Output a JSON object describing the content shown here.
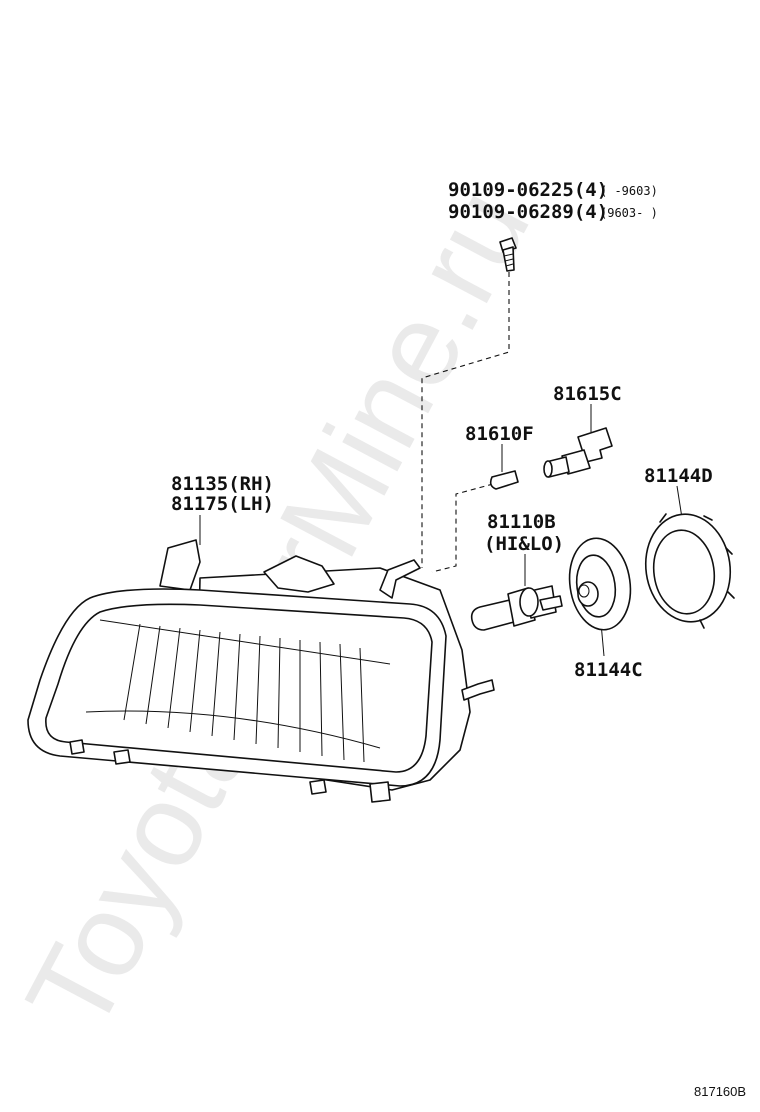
{
  "watermark": "ToyotaCarMine.ru",
  "diagram_code": "817160B",
  "parts": {
    "bolt": {
      "line1_part": "90109-06225(4)",
      "line1_range": "(  -9603)",
      "line2_part": "90109-06289(4)",
      "line2_range": "(9603-  )"
    },
    "socket": "81615C",
    "small_bulb": "81610F",
    "seal_d": "81144D",
    "headlamp_rh": "81135(RH)",
    "headlamp_lh": "81175(LH)",
    "main_bulb": "81110B",
    "main_bulb_note": "(HI&LO)",
    "cover_c": "81144C"
  }
}
